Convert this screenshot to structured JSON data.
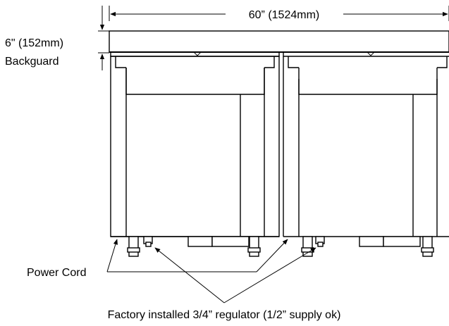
{
  "dimensions": {
    "width_label": "60” (1524mm)",
    "backguard_height_label": "6\" (152mm)",
    "backguard_label": "Backguard"
  },
  "callouts": {
    "power_cord": "Power Cord",
    "regulator": "Factory installed 3/4” regulator (1/2” supply ok)"
  }
}
